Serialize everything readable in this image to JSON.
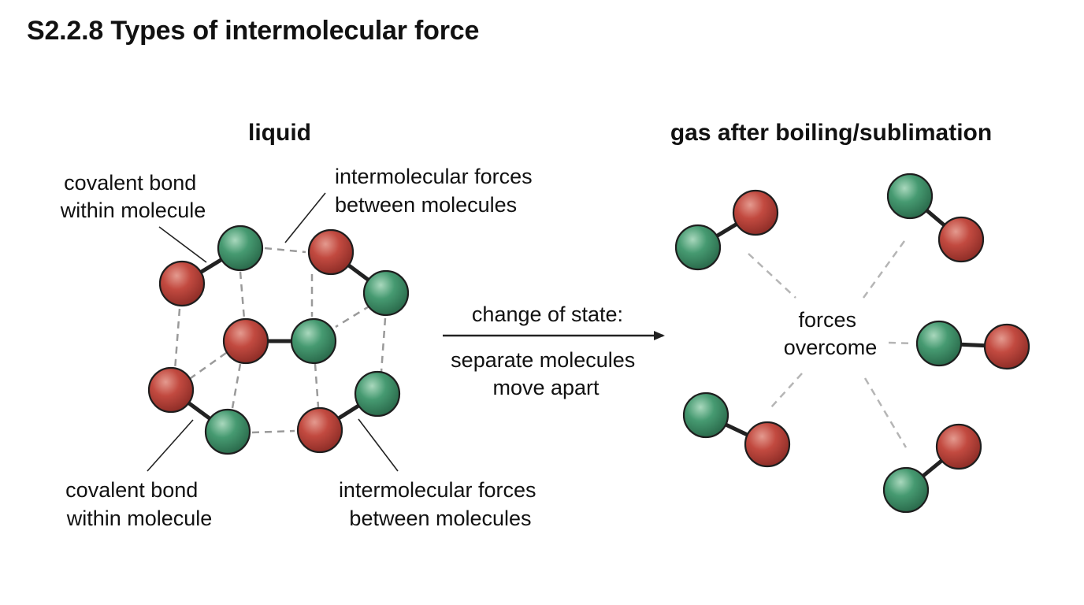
{
  "title": "S2.2.8 Types of intermolecular force",
  "panels": {
    "liquid": {
      "heading": "liquid",
      "label_top_left": [
        "covalent bond",
        "within molecule"
      ],
      "label_top_right": [
        "intermolecular forces",
        "between molecules"
      ],
      "label_bottom_left": [
        "covalent bond",
        "within molecule"
      ],
      "label_bottom_right": [
        "intermolecular forces",
        "between molecules"
      ]
    },
    "gas": {
      "heading": "gas after boiling/sublimation",
      "center_label": [
        "forces",
        "overcome"
      ]
    }
  },
  "arrow": {
    "top_label": "change of state:",
    "bottom_label": [
      "separate molecules",
      "move apart"
    ]
  },
  "colors": {
    "red_atom": "#b8413a",
    "green_atom": "#3e9169",
    "bond": "#222222",
    "intermolecular_line": "#9a9a9a"
  }
}
